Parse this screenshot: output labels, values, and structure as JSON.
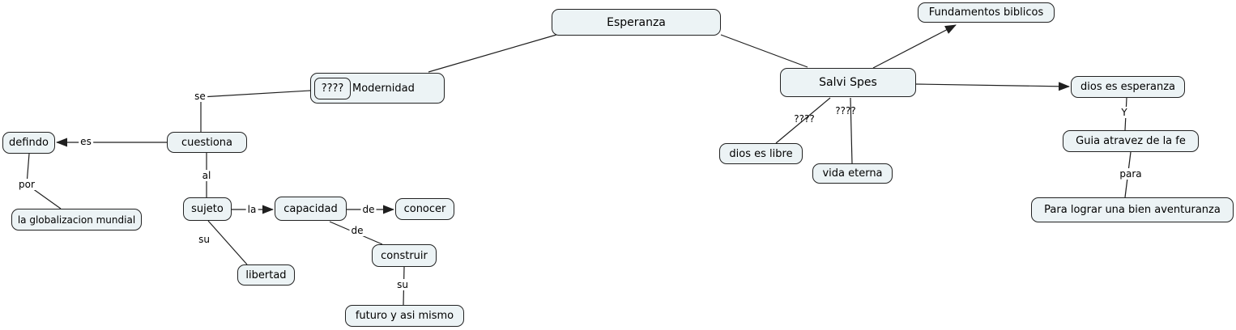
{
  "colors": {
    "node_fill": "#ecf3f5",
    "node_border": "#222222",
    "line": "#1f1f1f",
    "background": "#ffffff"
  },
  "nodes": {
    "esperanza": "Esperanza",
    "fundamentos": "Fundamentos biblicos",
    "modernidad_tag": "????",
    "modernidad": "Modernidad",
    "cuestiona": "cuestiona",
    "defindo": "defindo",
    "globalizacion": "la globalizacion mundial",
    "sujeto": "sujeto",
    "capacidad": "capacidad",
    "conocer": "conocer",
    "construir": "construir",
    "libertad": "libertad",
    "futuro": "futuro y asi mismo",
    "salvi_spes": "Salvi Spes",
    "dios_es_libre": "dios es libre",
    "vida_eterna": "vida eterna",
    "dios_es_esperanza": "dios es esperanza",
    "guia": "Guia atravez de la fe",
    "para_lograr": "Para lograr una bien aventuranza"
  },
  "edge_labels": {
    "se": "se",
    "es": "es",
    "por": "por",
    "al": "al",
    "la": "la",
    "de_conocer": "de",
    "de_construir": "de",
    "su_libertad": "su",
    "su_futuro": "su",
    "q_dios_es_libre": "????",
    "q_vida_eterna": "????",
    "y": "Y",
    "para": "para"
  }
}
